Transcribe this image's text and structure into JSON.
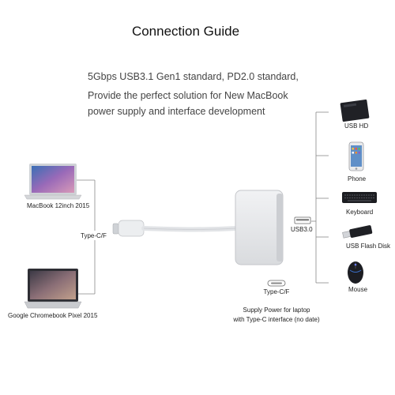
{
  "title": "Connection Guide",
  "description": [
    "5Gbps USB3.1 Gen1 standard, PD2.0 standard,",
    "Provide the perfect solution for New MacBook",
    "power supply and interface development"
  ],
  "left_devices": [
    {
      "label": "MacBook 12inch 2015",
      "icon": "macbook-icon"
    },
    {
      "label": "Google Chromebook Pixel 2015",
      "icon": "chromebook-icon"
    }
  ],
  "left_port_label": "Type-C/F",
  "usb_port_label": "USB3.0",
  "bottom_port_label": "Type-C/F",
  "supply_text": [
    "Supply Power for laptop",
    "with Type-C interface (no date)"
  ],
  "right_devices": [
    {
      "label": "USB HD",
      "icon": "hard-drive-icon"
    },
    {
      "label": "Phone",
      "icon": "phone-icon"
    },
    {
      "label": "Keyboard",
      "icon": "keyboard-icon"
    },
    {
      "label": "USB Flash Disk",
      "icon": "flash-disk-icon"
    },
    {
      "label": "Mouse",
      "icon": "mouse-icon"
    }
  ],
  "colors": {
    "line": "#888888",
    "adapter": "#e6e7ea",
    "adapter_edge": "#c4c6ca",
    "screen_blue": "#3f6fb0",
    "screen_purple": "#8a5aa8"
  }
}
